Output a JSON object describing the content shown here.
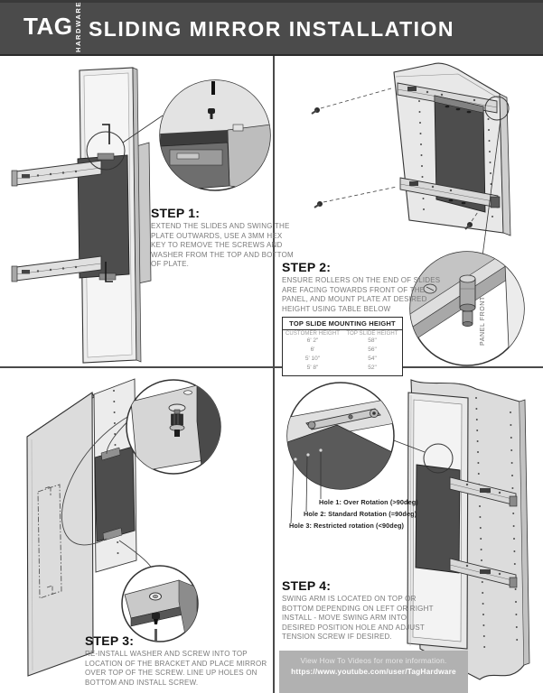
{
  "header": {
    "brand": "TAG",
    "brand_sub": "HARDWARE",
    "title": "SLIDING MIRROR INSTALLATION"
  },
  "steps": [
    {
      "title": "STEP 1:",
      "body": "EXTEND THE SLIDES AND SWING THE PLATE OUTWARDS, USE A 3MM HEX KEY TO REMOVE THE SCREWS AND WASHER FROM THE TOP AND BOTTOM OF PLATE."
    },
    {
      "title": "STEP 2:",
      "body": "ENSURE ROLLERS ON THE END OF SLIDES ARE FACING TOWARDS FRONT OF THE PANEL, AND MOUNT PLATE AT DESIRED HEIGHT USING TABLE BELOW"
    },
    {
      "title": "STEP 3:",
      "body": "RE-INSTALL WASHER AND SCREW INTO TOP LOCATION OF THE BRACKET AND PLACE MIRROR OVER TOP OF THE SCREW. LINE UP HOLES ON BOTTOM AND INSTALL SCREW."
    },
    {
      "title": "STEP 4:",
      "body": "SWING ARM IS LOCATED ON TOP OR BOTTOM DEPENDING ON LEFT OR RIGHT INSTALL - MOVE SWING ARM INTO DESIRED POSITION HOLE AND ADJUST TENSION SCREW IF DESIRED."
    }
  ],
  "mounting_table": {
    "title": "TOP SLIDE MOUNTING HEIGHT",
    "columns": [
      "CUSTOMER HEIGHT",
      "TOP SLIDE HEIGHT"
    ],
    "rows": [
      [
        "6' 2\"",
        "58\""
      ],
      [
        "6'",
        "56\""
      ],
      [
        "5' 10\"",
        "54\""
      ],
      [
        "5' 8\"",
        "52\""
      ]
    ]
  },
  "annotations": {
    "panel_front": "PANEL FRONT",
    "hole_labels": [
      "Hole 1: Over Rotation (>90deg)",
      "Hole 2: Standard Rotation (=90deg)",
      "Hole 3: Restricted rotation (<90deg)"
    ]
  },
  "footer": {
    "line1": "View How To Videos for more information.",
    "line2": "https://www.youtube.com/user/TagHardware"
  },
  "colors": {
    "header_bg": "#4b4b4b",
    "footer_bg": "#b1b1b1",
    "plate_dark": "#4d4d4d",
    "panel_light": "#e6e6e6"
  }
}
